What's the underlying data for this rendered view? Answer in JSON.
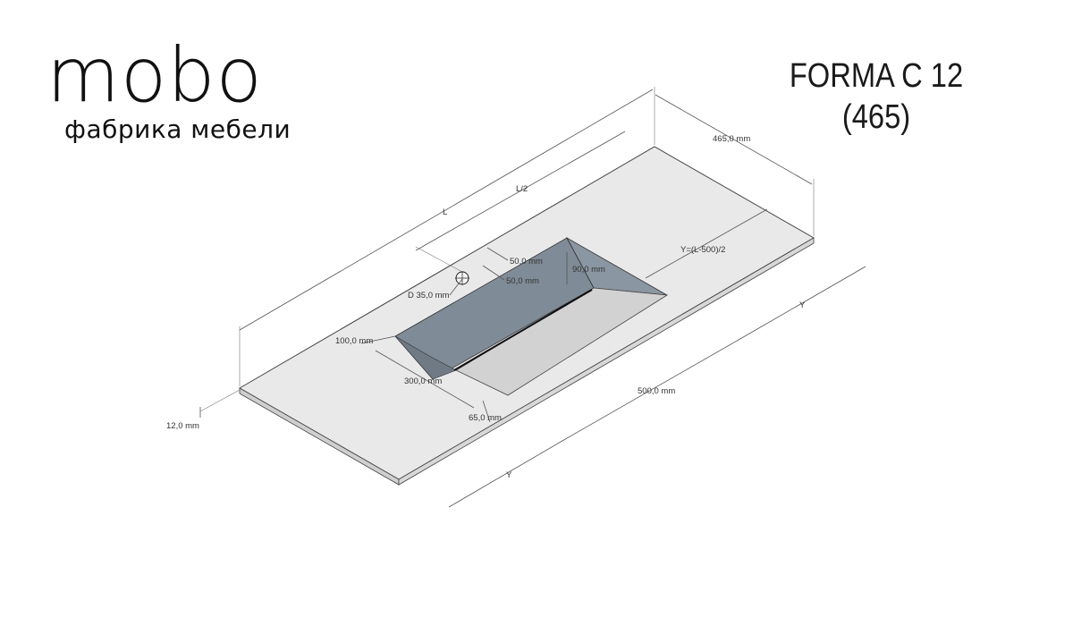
{
  "brand": {
    "name": "mobo",
    "tagline": "фабрика мебели"
  },
  "title": {
    "line1": "FORMA C 12",
    "line2": "(465)"
  },
  "dimensions": {
    "depth": "465,0 mm",
    "length": "L",
    "half_length": "L/2",
    "y_formula": "Y=(L-500)/2",
    "y_right": "Y",
    "y_front": "Y",
    "offset_50_a": "50,0 mm",
    "offset_50_b": "50,0 mm",
    "slope_90": "90,0 mm",
    "hole_diameter": "D 35,0 mm",
    "edge_100": "100,0 mm",
    "basin_300": "300,0 mm",
    "basin_500": "500,0 mm",
    "front_65": "65,0 mm",
    "thickness_12": "12,0 mm"
  },
  "colors": {
    "slab_top": "#e9e9e9",
    "slab_edge": "#cfcfcf",
    "basin_wall": "#7f8b96",
    "basin_floor": "#d2d2d2",
    "line": "#444444"
  }
}
